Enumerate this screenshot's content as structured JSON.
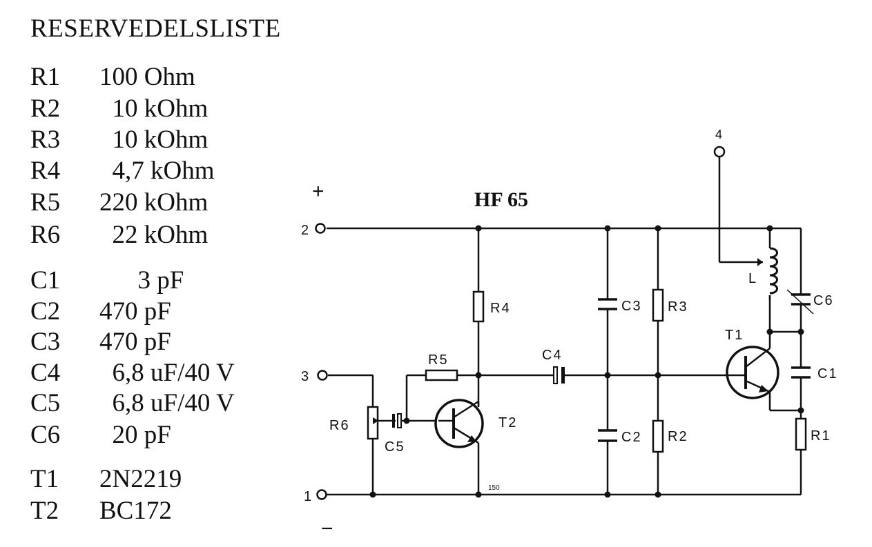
{
  "parts_list": {
    "title": "RESERVEDELSLISTE",
    "groups": [
      [
        {
          "ref": "R1",
          "value": "100 Ohm"
        },
        {
          "ref": "R2",
          "value": "  10 kOhm"
        },
        {
          "ref": "R3",
          "value": "  10 kOhm"
        },
        {
          "ref": "R4",
          "value": "  4,7 kOhm"
        },
        {
          "ref": "R5",
          "value": "220 kOhm"
        },
        {
          "ref": "R6",
          "value": "  22 kOhm"
        }
      ],
      [
        {
          "ref": "C1",
          "value": "      3 pF"
        },
        {
          "ref": "C2",
          "value": "470 pF"
        },
        {
          "ref": "C3",
          "value": "470 pF"
        },
        {
          "ref": "C4",
          "value": "  6,8 uF/40 V"
        },
        {
          "ref": "C5",
          "value": "  6,8 uF/40 V"
        },
        {
          "ref": "C6",
          "value": "  20 pF"
        }
      ],
      [
        {
          "ref": "T1",
          "value": "2N2219"
        },
        {
          "ref": "T2",
          "value": "BC172"
        }
      ]
    ]
  },
  "schematic": {
    "title": "HF 65",
    "plus": "+",
    "minus": "−",
    "terminals": {
      "t1": "1",
      "t2": "2",
      "t3": "3",
      "t4": "4"
    },
    "components": {
      "R1": "R1",
      "R2": "R2",
      "R3": "R3",
      "R4": "R4",
      "R5": "R5",
      "R6": "R6",
      "C1": "C1",
      "C2": "C2",
      "C3": "C3",
      "C4": "C4",
      "C5": "C5",
      "C6": "C6",
      "T1": "T1",
      "T2": "T2",
      "L": "L"
    },
    "note": "150"
  }
}
